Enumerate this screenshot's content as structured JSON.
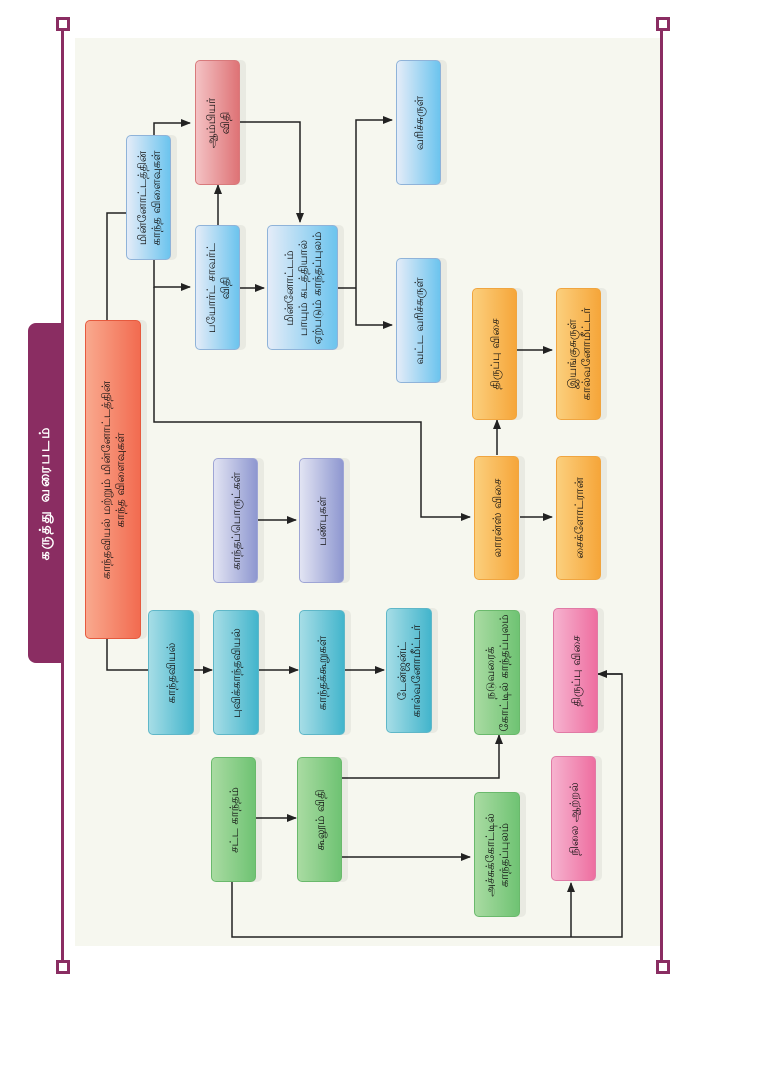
{
  "title": "கருத்து வரைபடம்",
  "colors": {
    "frame": "#8a2d62",
    "canvas": "#f6f7ef",
    "connector": "#222222"
  },
  "nodes": {
    "root": "காந்தவியல் மற்றும் மின்னோட்டத்தின்\nகாந்த விளைவுகள்",
    "current_magnetic_effects": "மின்னோட்டத்தின்\nகாந்த விளைவுகள்",
    "biot_savart": "பயோர்ட் சாவர்ட்\nவிதி",
    "ampere": "ஆம்பியர்\nவிதி",
    "field_of_conductor": "மின்னோட்டம்\nபாயும் கடத்தியால்\nஏற்படும் காந்தப்புலம்",
    "circular_coil": "வட்ட வரிச்சுருள்",
    "solenoid": "வரிச்சுருள்",
    "lorentz_force": "லாரன்ஸ் விசை",
    "cyclotron": "சைக்ளோட்ரான்",
    "torque": "திருப்பு விசை",
    "moving_coil_galvanometer": "இயங்குசுருள்\nகால்வனோமீட்டர்",
    "magnetic_materials": "காந்தப்பொருட்கள்",
    "properties": "பண்புகள்",
    "magnetism": "காந்தவியல்",
    "earth_magnetism": "புவிக்காந்தவியல்",
    "magnetic_elements": "காந்தக்கூறுகள்",
    "tangent_galvanometer": "டேன்ஜன்ட்\nகால்வனோமீட்டர்",
    "bar_magnet": "சட்ட காந்தம்",
    "coulomb_law": "கூலூம் விதி",
    "equatorial_field": "நடுவரைக்\nகோட்டில் காந்தப்புலம்",
    "axial_field": "அச்சுக்கோட்டில்\nகாந்தப்புலம்",
    "torque_magnet": "திருப்பு விசை",
    "potential_energy": "நிலை ஆற்றல்"
  }
}
